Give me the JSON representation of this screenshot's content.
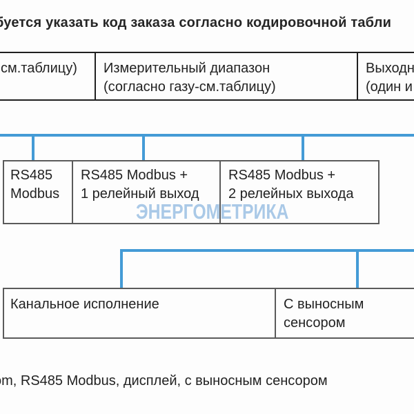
{
  "page": {
    "heading": "буется указать код заказа согласно кодировочной табли",
    "watermark": "ЭНЕРГОМЕТРИКА",
    "footer": "om, RS485 Modbus, дисплей, с выносным сенсором"
  },
  "spec_table": {
    "cells": [
      {
        "lines": [
          "см.таблицу)"
        ]
      },
      {
        "lines": [
          "Измерительный диапазон",
          "(согласно газу-см.таблицу)"
        ]
      },
      {
        "lines": [
          "Выходн",
          "(один и"
        ]
      }
    ]
  },
  "output_options": [
    {
      "lines": [
        "RS485",
        "Modbus"
      ]
    },
    {
      "lines": [
        "RS485 Modbus +",
        "1 релейный выход"
      ]
    },
    {
      "lines": [
        "RS485 Modbus +",
        "2 релейных выхода"
      ]
    }
  ],
  "mount_options": [
    {
      "lines": [
        "Канальное исполнение",
        ""
      ]
    },
    {
      "lines": [
        "С выносным",
        "сенсором"
      ]
    }
  ],
  "colors": {
    "connector": "#449bd6",
    "box_border": "#5a5a5a",
    "table_border": "#1f1f1f",
    "watermark": "#9cc1e4"
  }
}
